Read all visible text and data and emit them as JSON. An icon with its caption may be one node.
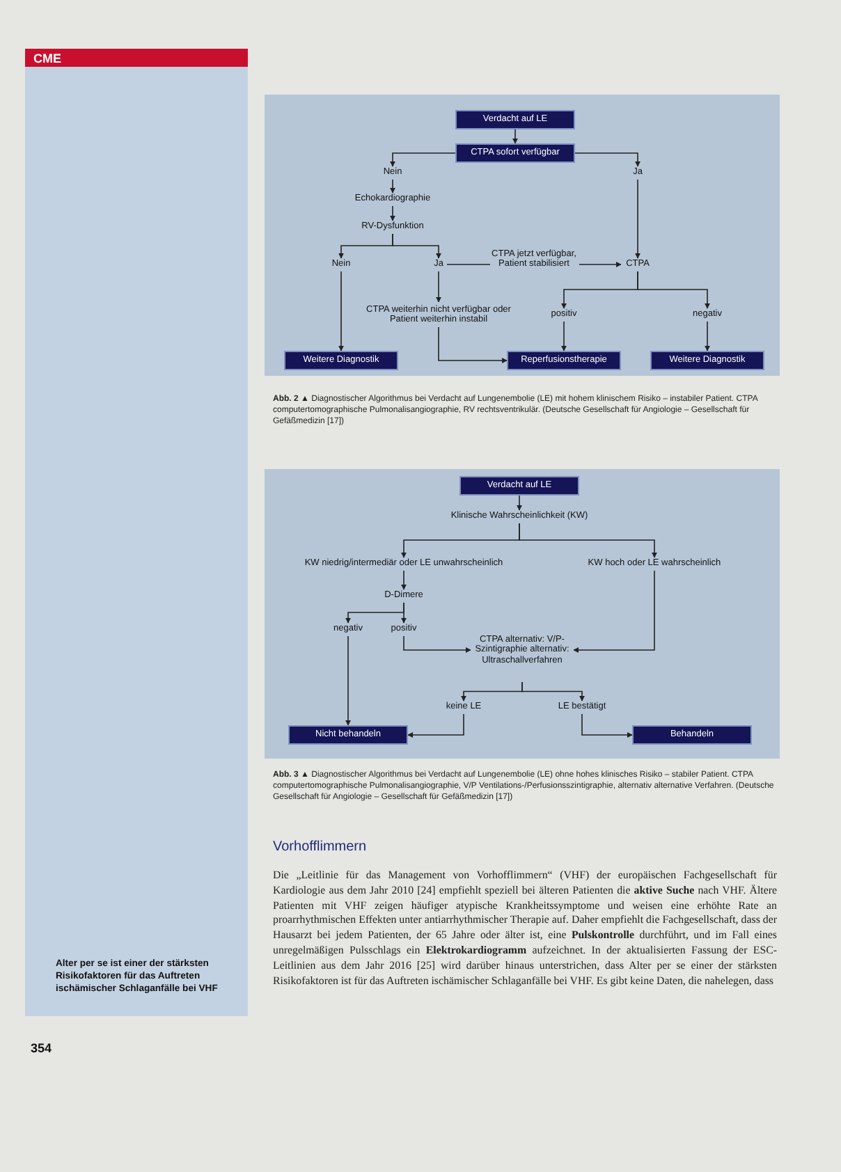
{
  "diagram": {
    "nodes": [
      {
        "text": [
          "Verdacht auf LE"
        ]
      },
      {
        "text": [
          "CTPA sofort verfügbar"
        ]
      },
      {
        "text": [
          "Nein"
        ]
      },
      {
        "text": [
          "Ja"
        ]
      },
      {
        "text": [
          "Echokardiographie"
        ]
      },
      {
        "text": [
          "RV-Dysfunktion"
        ]
      },
      {
        "text": [
          "Nein"
        ]
      },
      {
        "text": [
          "Ja"
        ]
      },
      {
        "text": [
          "CTPA weiterhin nicht verfügbar oder Patient weiterhin instabil"
        ]
      },
      {
        "text": [
          "CTPA"
        ]
      },
      {
        "text": [
          "positiv"
        ]
      },
      {
        "text": [
          "negativ"
        ]
      },
      {
        "text": [
          "Weitere Diagnostik"
        ]
      },
      {
        "text": [
          "Reperfusionstherapie"
        ]
      },
      {
        "text": [
          "Weitere Diagnostik"
        ]
      },
      {
        "text": [
          "Verdacht auf LE"
        ]
      },
      {
        "text": [
          "Klinische Wahrscheinlichkeit (KW)"
        ]
      },
      {
        "text": [
          "KW niedrig/intermediär oder LE unwahrscheinlich"
        ]
      },
      {
        "text": [
          "KW hoch oder LE wahrscheinlich"
        ]
      },
      {
        "text": [
          "D-Dimere"
        ]
      },
      {
        "text": [
          "negativ"
        ]
      },
      {
        "text": [
          "positiv"
        ]
      },
      {
        "text": [
          "CTPA alternativ: V/P-Szintigraphie alternativ: Ultraschallverfahren"
        ]
      },
      {
        "text": [
          "keine LE"
        ]
      },
      {
        "text": [
          "LE bestätigt"
        ]
      },
      {
        "text": [
          "Nicht behandeln"
        ]
      },
      {
        "text": [
          "Behandeln"
        ]
      }
    ],
    "edges": [
      {
        "from": 0,
        "to": 1,
        "arrow": "to"
      },
      {
        "from": 1,
        "to": 2,
        "arrow": "to"
      },
      {
        "from": 1,
        "to": 3,
        "arrow": "to"
      },
      {
        "from": 2,
        "to": 4,
        "arrow": "to"
      },
      {
        "from": 4,
        "to": 5,
        "arrow": "to"
      },
      {
        "from": 5,
        "to": 6,
        "arrow": "to"
      },
      {
        "from": 5,
        "to": 7,
        "arrow": "to"
      },
      {
        "from": 6,
        "to": 12,
        "arrow": "to"
      },
      {
        "from": 7,
        "to": 9,
        "arrow": "to",
        "label": "CTPA jetzt verfügbar, Patient stabilisiert"
      },
      {
        "from": 7,
        "to": 8,
        "arrow": "to"
      },
      {
        "from": 8,
        "to": 13,
        "arrow": "to"
      },
      {
        "from": 3,
        "to": 9,
        "arrow": "to"
      },
      {
        "from": 9,
        "to": 10,
        "arrow": "to"
      },
      {
        "from": 9,
        "to": 11,
        "arrow": "to"
      },
      {
        "from": 10,
        "to": 13,
        "arrow": "to"
      },
      {
        "from": 11,
        "to": 14,
        "arrow": "to"
      },
      {
        "from": 15,
        "to": 16,
        "arrow": "to"
      },
      {
        "from": 16,
        "to": 17,
        "arrow": "to"
      },
      {
        "from": 16,
        "to": 18,
        "arrow": "to"
      },
      {
        "from": 17,
        "to": 19,
        "arrow": "to"
      },
      {
        "from": 19,
        "to": 20,
        "arrow": "to"
      },
      {
        "from": 19,
        "to": 21,
        "arrow": "to"
      },
      {
        "from": 20,
        "to": 25,
        "arrow": "to"
      },
      {
        "from": 21,
        "to": 22,
        "arrow": "to"
      },
      {
        "from": 18,
        "to": 22,
        "arrow": "to"
      },
      {
        "from": 22,
        "to": 23,
        "arrow": "to"
      },
      {
        "from": 22,
        "to": 24,
        "arrow": "to"
      },
      {
        "from": 23,
        "to": 25,
        "arrow": "to"
      },
      {
        "from": 24,
        "to": 26,
        "arrow": "to"
      }
    ],
    "labels": [
      "CME",
      "**Abb. 2** ▲ Diagnostischer Algorithmus bei Verdacht auf Lungenembolie (LE) mit hohem klinischem Risiko – instabiler Patient. CTPA computertomographische Pulmonalisangiographie, RV rechtsventrikulär. (Deutsche Gesellschaft für Angiologie – Gesellschaft für Gefäßmedizin [17])",
      "**Abb. 3** ▲ Diagnostischer Algorithmus bei Verdacht auf Lungenembolie (LE) ohne hohes klinisches Risiko – stabiler Patient. CTPA computertomographische Pulmonalisangiographie, V/P Ventilations-/Perfusionsszintigraphie, alternativ alternative Verfahren. (Deutsche Gesellschaft für Angiologie – Gesellschaft für Gefäßmedizin [17])",
      "Vorhofflimmern",
      "Die „Leitlinie für das Management von Vorhofflimmern“ (VHF) der europäischen Fachgesellschaft für Kardiologie aus dem Jahr 2010 [24] empfiehlt speziell bei älteren Patienten die **aktive Suche** nach VHF. Ältere Patienten mit VHF zeigen häufiger atypische Krankheitssymptome und weisen eine erhöhte Rate an proarrhythmischen Effekten unter antiarrhythmischer Therapie auf. Daher empfiehlt die Fachgesellschaft, dass der Hausarzt bei jedem Patienten, der 65 Jahre oder älter ist, eine **Pulskontrolle** durchführt, und im Fall eines unregelmäßigen Pulsschlags ein **Elektrokardiogramm** aufzeichnet. In der aktualisierten Fassung der ESC-Leitlinien aus dem Jahr 2016 [25] wird darüber hinaus unterstrichen, dass Alter per se einer der stärksten Risikofaktoren ist für das Auftreten ischämischer Schlaganfälle bei VHF. Es gibt keine Daten, die nahelegen, dass",
      "Alter per se ist einer der stärksten Risikofaktoren für das Auftreten ischämischer Schlaganfälle bei VHF",
      "354"
    ]
  }
}
